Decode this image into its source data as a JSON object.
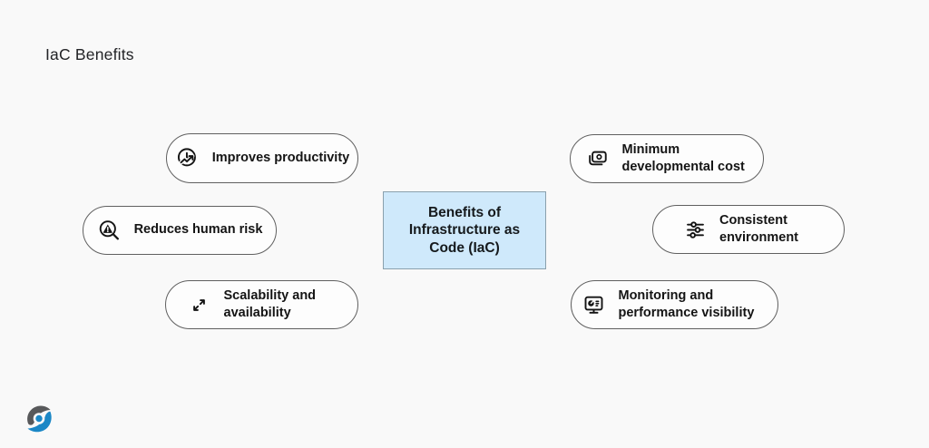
{
  "page": {
    "title": "IaC Benefits"
  },
  "colors": {
    "background": "#f9f9f9",
    "pill_fill": "#fdfdfd",
    "pill_border": "#606060",
    "center_fill": "#cfe9fb",
    "center_border": "#8aa0ad",
    "text": "#141414",
    "logo_gray": "#58595b",
    "logo_blue": "#1b87c6"
  },
  "center_node": {
    "label": "Benefits of Infrastructure as Code (IaC)",
    "lines": [
      "Benefits of",
      "Infrastructure as",
      "Code (IaC)"
    ]
  },
  "benefit_nodes": [
    {
      "label": "Improves productivity",
      "icon": "clock-trend-icon"
    },
    {
      "label": "Reduces human risk",
      "icon": "risk-magnifier-icon"
    },
    {
      "label": "Scalability and availability",
      "icon": "expand-arrows-icon"
    },
    {
      "label": "Minimum developmental cost",
      "icon": "cash-icon"
    },
    {
      "label": "Consistent environment",
      "icon": "sliders-icon"
    },
    {
      "label": "Monitoring and performance visibility",
      "icon": "monitor-chart-icon"
    }
  ],
  "logo": {
    "name": "brand-logo"
  }
}
